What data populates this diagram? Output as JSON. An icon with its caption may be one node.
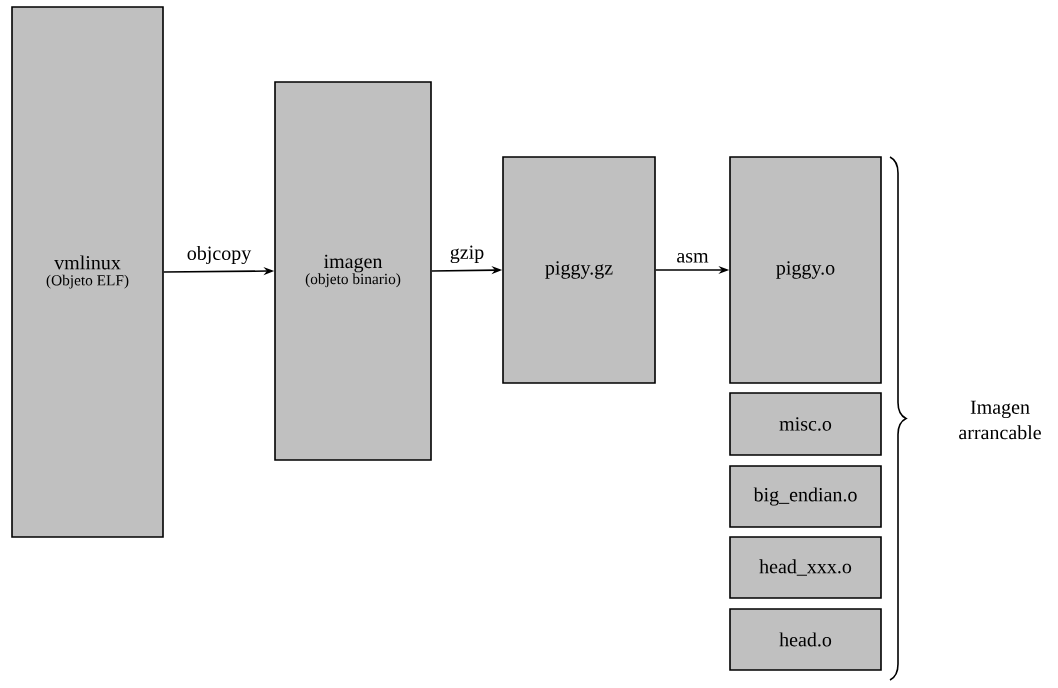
{
  "diagram": {
    "nodes": [
      {
        "text": [
          "vmlinux",
          "(Objeto ELF)"
        ]
      },
      {
        "text": [
          "imagen",
          "(objeto binario)"
        ]
      },
      {
        "text": [
          "piggy.gz"
        ]
      },
      {
        "text": [
          "piggy.o"
        ]
      },
      {
        "text": [
          "misc.o"
        ]
      },
      {
        "text": [
          "big_endian.o"
        ]
      },
      {
        "text": [
          "head_xxx.o"
        ]
      },
      {
        "text": [
          "head.o"
        ]
      }
    ],
    "edges": [
      {
        "from": 0,
        "to": 1,
        "arrow": "to",
        "label": "objcopy"
      },
      {
        "from": 1,
        "to": 2,
        "arrow": "to",
        "label": "gzip"
      },
      {
        "from": 2,
        "to": 3,
        "arrow": "to",
        "label": "asm"
      }
    ],
    "labels": [
      "Imagen arrancable"
    ]
  }
}
